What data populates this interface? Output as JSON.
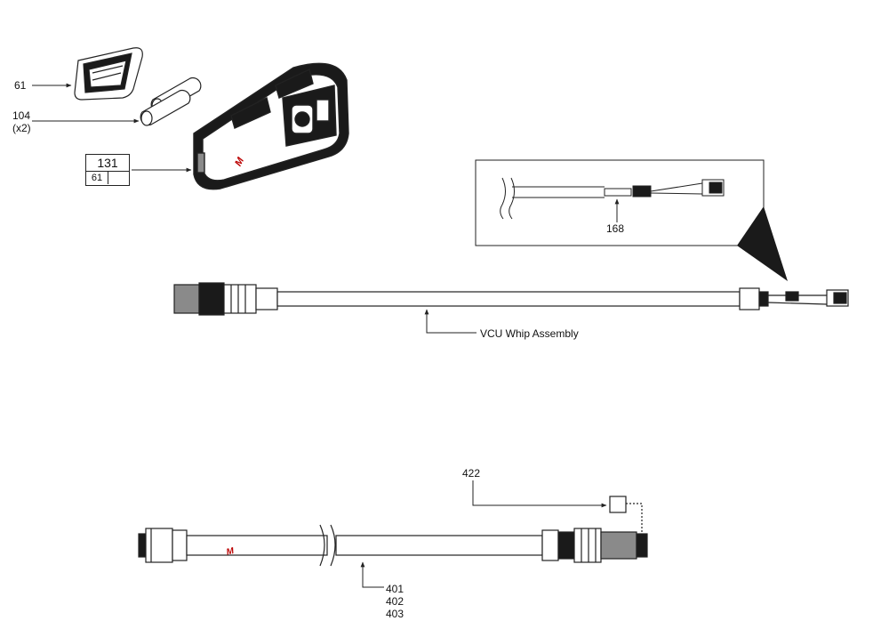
{
  "parts": {
    "p61": "61",
    "p104": "104",
    "p104_qty": "(x2)",
    "p131_top": "131",
    "p131_sub": "61",
    "p168": "168",
    "whip": "VCU Whip Assembly",
    "p422": "422",
    "p401": "401",
    "p402": "402",
    "p403": "403"
  },
  "colors": {
    "line": "#222222",
    "fill_dark": "#1a1a1a",
    "fill_mid": "#8a8a8a"
  }
}
